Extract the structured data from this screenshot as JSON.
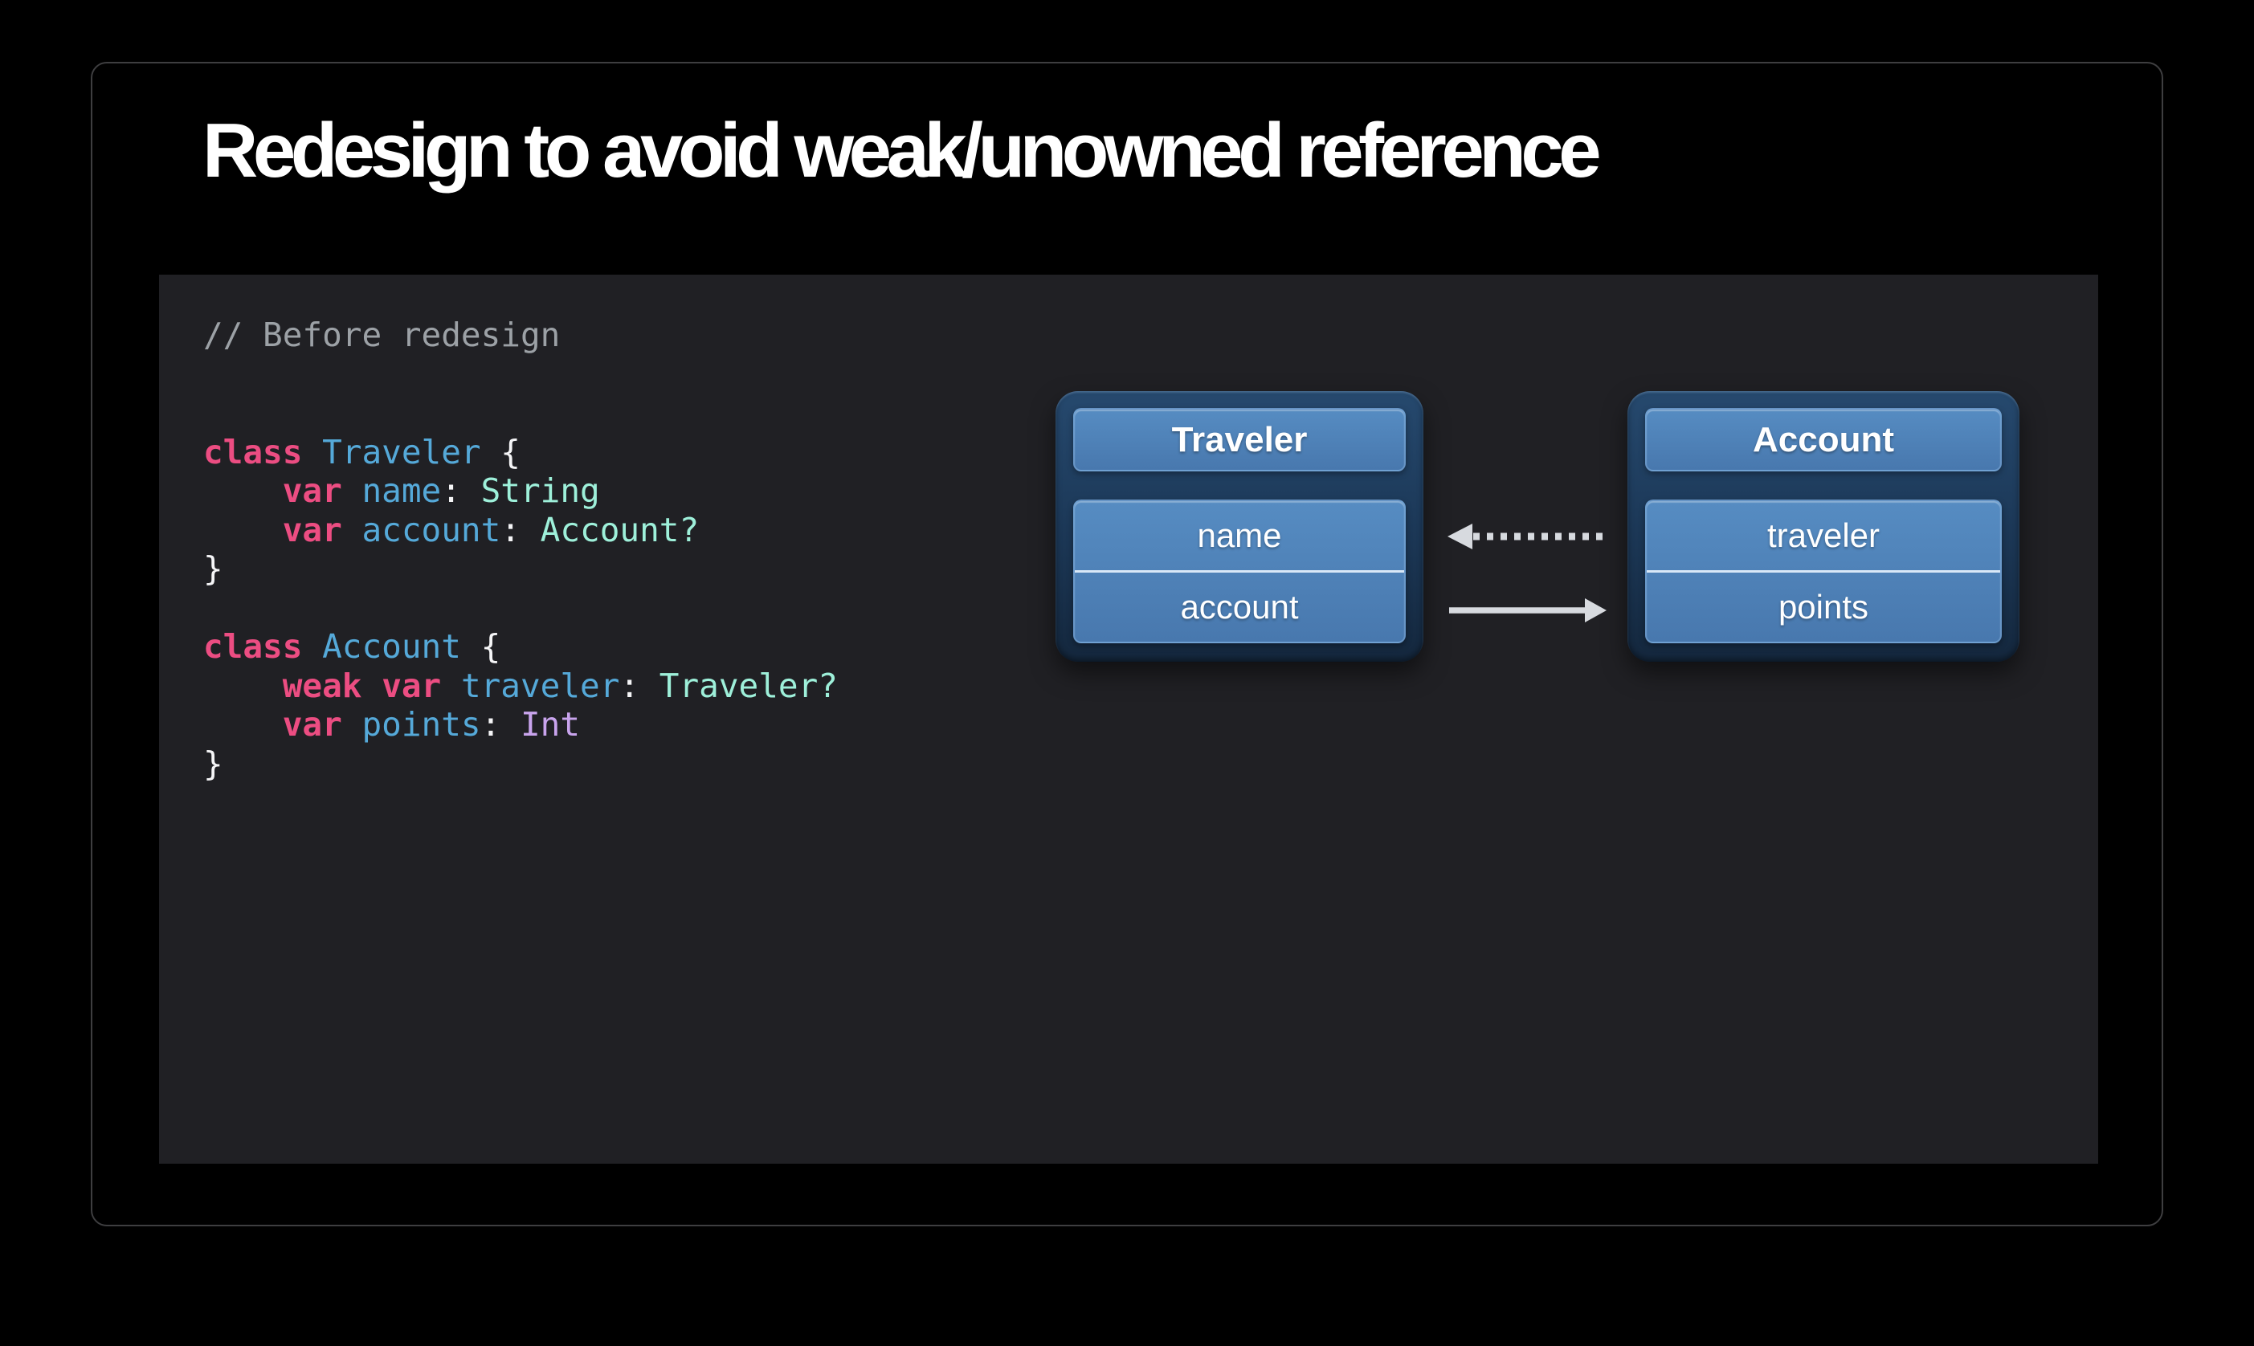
{
  "slide": {
    "title": "Redesign to avoid weak/unowned reference"
  },
  "code": {
    "lines": [
      {
        "tokens": [
          {
            "t": "// Before redesign",
            "c": "comment"
          }
        ]
      },
      {
        "tokens": []
      },
      {
        "tokens": []
      },
      {
        "tokens": [
          {
            "t": "class",
            "c": "keyword"
          },
          {
            "t": " ",
            "c": "plain"
          },
          {
            "t": "Traveler",
            "c": "name"
          },
          {
            "t": " {",
            "c": "plain"
          }
        ]
      },
      {
        "tokens": [
          {
            "t": "    ",
            "c": "plain"
          },
          {
            "t": "var",
            "c": "keyword"
          },
          {
            "t": " ",
            "c": "plain"
          },
          {
            "t": "name",
            "c": "name"
          },
          {
            "t": ": ",
            "c": "plain"
          },
          {
            "t": "String",
            "c": "type"
          }
        ]
      },
      {
        "tokens": [
          {
            "t": "    ",
            "c": "plain"
          },
          {
            "t": "var",
            "c": "keyword"
          },
          {
            "t": " ",
            "c": "plain"
          },
          {
            "t": "account",
            "c": "name"
          },
          {
            "t": ": ",
            "c": "plain"
          },
          {
            "t": "Account?",
            "c": "type"
          }
        ]
      },
      {
        "tokens": [
          {
            "t": "}",
            "c": "plain"
          }
        ]
      },
      {
        "tokens": []
      },
      {
        "tokens": [
          {
            "t": "class",
            "c": "keyword"
          },
          {
            "t": " ",
            "c": "plain"
          },
          {
            "t": "Account",
            "c": "name"
          },
          {
            "t": " {",
            "c": "plain"
          }
        ]
      },
      {
        "tokens": [
          {
            "t": "    ",
            "c": "plain"
          },
          {
            "t": "weak",
            "c": "keyword"
          },
          {
            "t": " ",
            "c": "plain"
          },
          {
            "t": "var",
            "c": "keyword"
          },
          {
            "t": " ",
            "c": "plain"
          },
          {
            "t": "traveler",
            "c": "name"
          },
          {
            "t": ": ",
            "c": "plain"
          },
          {
            "t": "Traveler?",
            "c": "type"
          }
        ]
      },
      {
        "tokens": [
          {
            "t": "    ",
            "c": "plain"
          },
          {
            "t": "var",
            "c": "keyword"
          },
          {
            "t": " ",
            "c": "plain"
          },
          {
            "t": "points",
            "c": "name"
          },
          {
            "t": ": ",
            "c": "plain"
          },
          {
            "t": "Int",
            "c": "type_alt"
          }
        ]
      },
      {
        "tokens": [
          {
            "t": "}",
            "c": "plain"
          }
        ]
      }
    ]
  },
  "diagram": {
    "boxes": [
      {
        "title": "Traveler",
        "fields": [
          "name",
          "account"
        ]
      },
      {
        "title": "Account",
        "fields": [
          "traveler",
          "points"
        ]
      }
    ],
    "arrows": [
      {
        "style": "dotted",
        "direction": "left",
        "connects": "Account.traveler -> Traveler",
        "row_alignment": "name/traveler"
      },
      {
        "style": "solid",
        "direction": "right",
        "connects": "Traveler.account -> Account",
        "row_alignment": "account/points"
      }
    ]
  },
  "colors": {
    "title": "#ffffff",
    "frame_border": "#3e3e40",
    "panel_bg": "#202024",
    "code_plain": "#f5f5f7",
    "comment": "#9ca1a6",
    "keyword": "#ec4d82",
    "identifier": "#55a9d9",
    "type_mint": "#9ef0da",
    "type_purple": "#c9a4ed",
    "navy_top": "#26496e",
    "navy_bottom": "#14273d",
    "blue_top": "#568cc2",
    "blue_bottom": "#4878ae",
    "field_divider": "#d9e8f7",
    "arrow": "#d7dadf"
  }
}
